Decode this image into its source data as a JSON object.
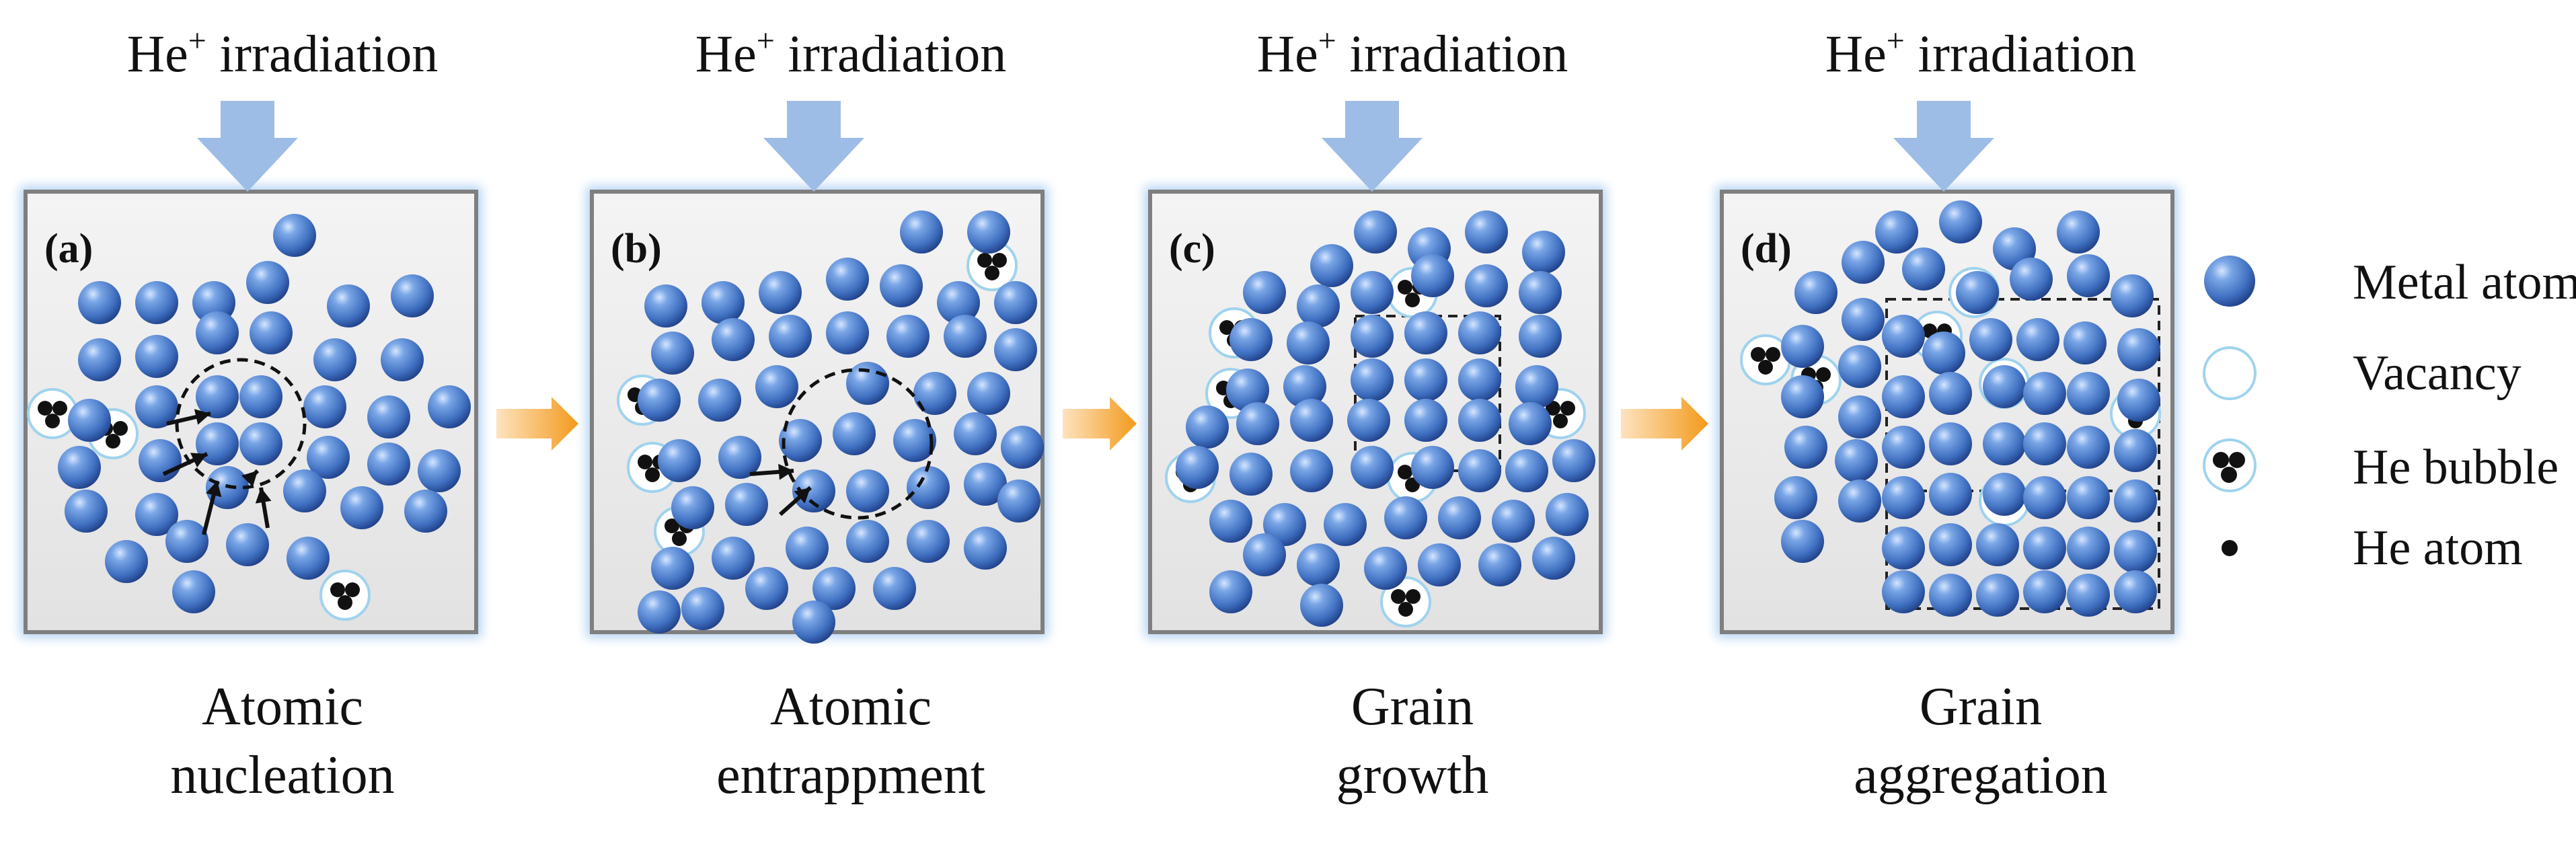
{
  "panels": [
    {
      "letter": "(a)",
      "top_label": "He",
      "top_sup": "+",
      "top_suffix": " irradiation",
      "caption_line1": "Atomic",
      "caption_line2": "nucleation"
    },
    {
      "letter": "(b)",
      "top_label": "He",
      "top_sup": "+",
      "top_suffix": " irradiation",
      "caption_line1": "Atomic",
      "caption_line2": "entrappment"
    },
    {
      "letter": "(c)",
      "top_label": "He",
      "top_sup": "+",
      "top_suffix": " irradiation",
      "caption_line1": "Grain",
      "caption_line2": "growth"
    },
    {
      "letter": "(d)",
      "top_label": "He",
      "top_sup": "+",
      "top_suffix": " irradiation",
      "caption_line1": "Grain",
      "caption_line2": "aggregation"
    }
  ],
  "legend": {
    "metal_atom": "Metal atom",
    "vacancy": "Vacancy",
    "he_bubble": "He bubble",
    "he_atom": "He atom"
  },
  "colors": {
    "atom": "#4a7fd0",
    "atom_highlight": "#c6dcff",
    "atom_dark": "#1f3f86",
    "panel_border": "#7f7f7f",
    "panel_glow": "#a9cdf0",
    "irradiation_arrow": "#9dbde6",
    "process_arrow": "#f39a1c",
    "vacancy_ring": "#9fd3ee",
    "he": "#111111"
  }
}
